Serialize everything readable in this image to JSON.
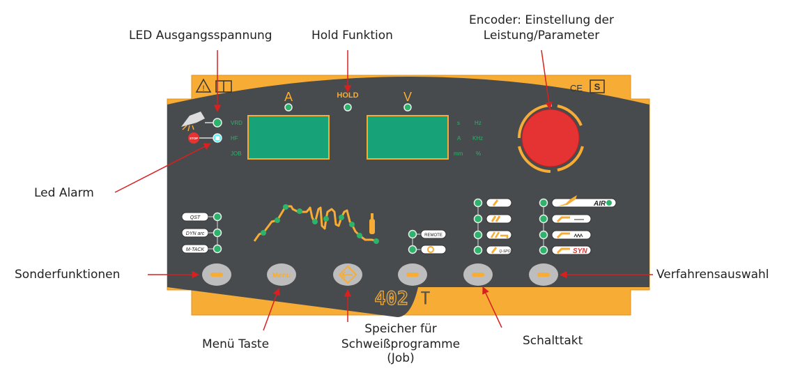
{
  "callouts": {
    "led_output_voltage": "LED Ausgangsspannung",
    "hold_function": "Hold Funktion",
    "encoder_line1": "Encoder: Einstellung der",
    "encoder_line2": "Leistung/Parameter",
    "led_alarm": "Led Alarm",
    "special_functions": "Sonderfunktionen",
    "process_selection": "Verfahrensauswahl",
    "menu_key": "Menü Taste",
    "job_memory_line1": "Speicher für",
    "job_memory_line2": "Schweißprogramme",
    "job_memory_line3": "(Job)",
    "switching_cycle": "Schalttakt"
  },
  "panel": {
    "display_a_label": "A",
    "hold_label": "HOLD",
    "display_v_label": "V",
    "left_led_labels": [
      "VRD",
      "HF",
      "JOB"
    ],
    "unit_labels_col1": [
      "s",
      "A",
      "mm"
    ],
    "unit_labels_col2": [
      "Hz",
      "KHz",
      "%"
    ],
    "stop_label": "STOP",
    "special_buttons": [
      "QST",
      "DYN arc",
      "M-TACK"
    ],
    "menu_button": "Menu",
    "remote_button": "REMOTE",
    "qspot_label": "Q-SPOT",
    "air_label": "AIR",
    "syn_label": "SYN",
    "model": "402 T",
    "ce_mark": "CE",
    "s_mark": "S"
  },
  "colors": {
    "frame": "#f7ac35",
    "panel": "#474b4d",
    "display": "#17a377",
    "led": "#2db36b",
    "encoder": "#e53333",
    "arrow": "#d92020",
    "button": "#bdbdbd",
    "button_led": "#f7ac35"
  }
}
